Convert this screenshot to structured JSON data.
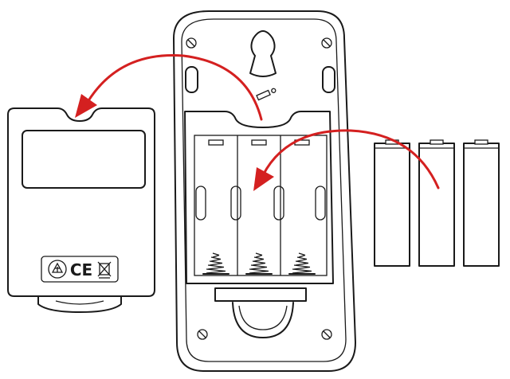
{
  "illustration": {
    "back_cover_marks": {
      "ce": "CE"
    },
    "battery_count": 3,
    "colors": {
      "line": "#1a1a1a",
      "arrow": "#d42020",
      "background": "#ffffff"
    },
    "icons": [
      "recycle-icon",
      "ce-mark",
      "weee-bin-icon",
      "screw-icon",
      "spring-contact-icon",
      "keyhole-icon"
    ]
  }
}
